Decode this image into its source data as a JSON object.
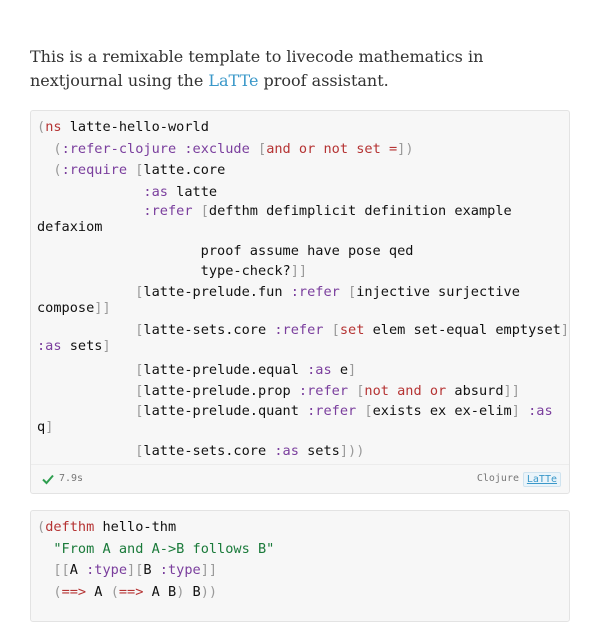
{
  "intro": {
    "text_before_link": "This is a remixable template to livecode mathematics in nextjournal using the ",
    "link_text": "LaTTe",
    "text_after_link": " proof assistant."
  },
  "cell1": {
    "footer": {
      "status_icon": "checkmark-icon",
      "run_time": "7.9s",
      "language": "Clojure",
      "runtime": "LaTTe"
    }
  },
  "colors": {
    "link": "#3a98c9",
    "check": "#2e9e4f",
    "cell_bg": "#f7f7f7"
  }
}
